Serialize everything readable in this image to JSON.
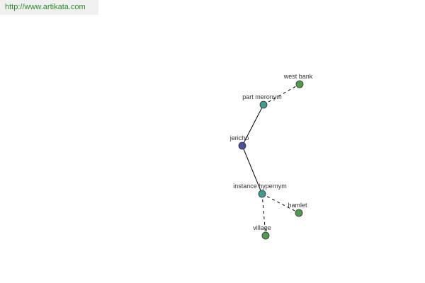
{
  "watermark": {
    "url": "http://www.artikata.com"
  },
  "colors": {
    "root_node": "#4a4f9a",
    "relation_node": "#3f9a8f",
    "leaf_node": "#4f9a4f",
    "edge": "#000000"
  },
  "graph": {
    "nodes": [
      {
        "id": "jericho",
        "label": "jericho",
        "kind": "root"
      },
      {
        "id": "part_meronym",
        "label": "part meronym",
        "kind": "relation"
      },
      {
        "id": "west_bank",
        "label": "west bank",
        "kind": "leaf"
      },
      {
        "id": "instance_hypernym",
        "label": "instance hypernym",
        "kind": "relation"
      },
      {
        "id": "hamlet",
        "label": "hamlet",
        "kind": "leaf"
      },
      {
        "id": "village",
        "label": "village",
        "kind": "leaf"
      }
    ],
    "edges": [
      {
        "from": "jericho",
        "to": "part_meronym",
        "style": "solid"
      },
      {
        "from": "part_meronym",
        "to": "west_bank",
        "style": "dashed"
      },
      {
        "from": "jericho",
        "to": "instance_hypernym",
        "style": "solid"
      },
      {
        "from": "instance_hypernym",
        "to": "hamlet",
        "style": "dashed"
      },
      {
        "from": "instance_hypernym",
        "to": "village",
        "style": "dashed"
      }
    ]
  }
}
